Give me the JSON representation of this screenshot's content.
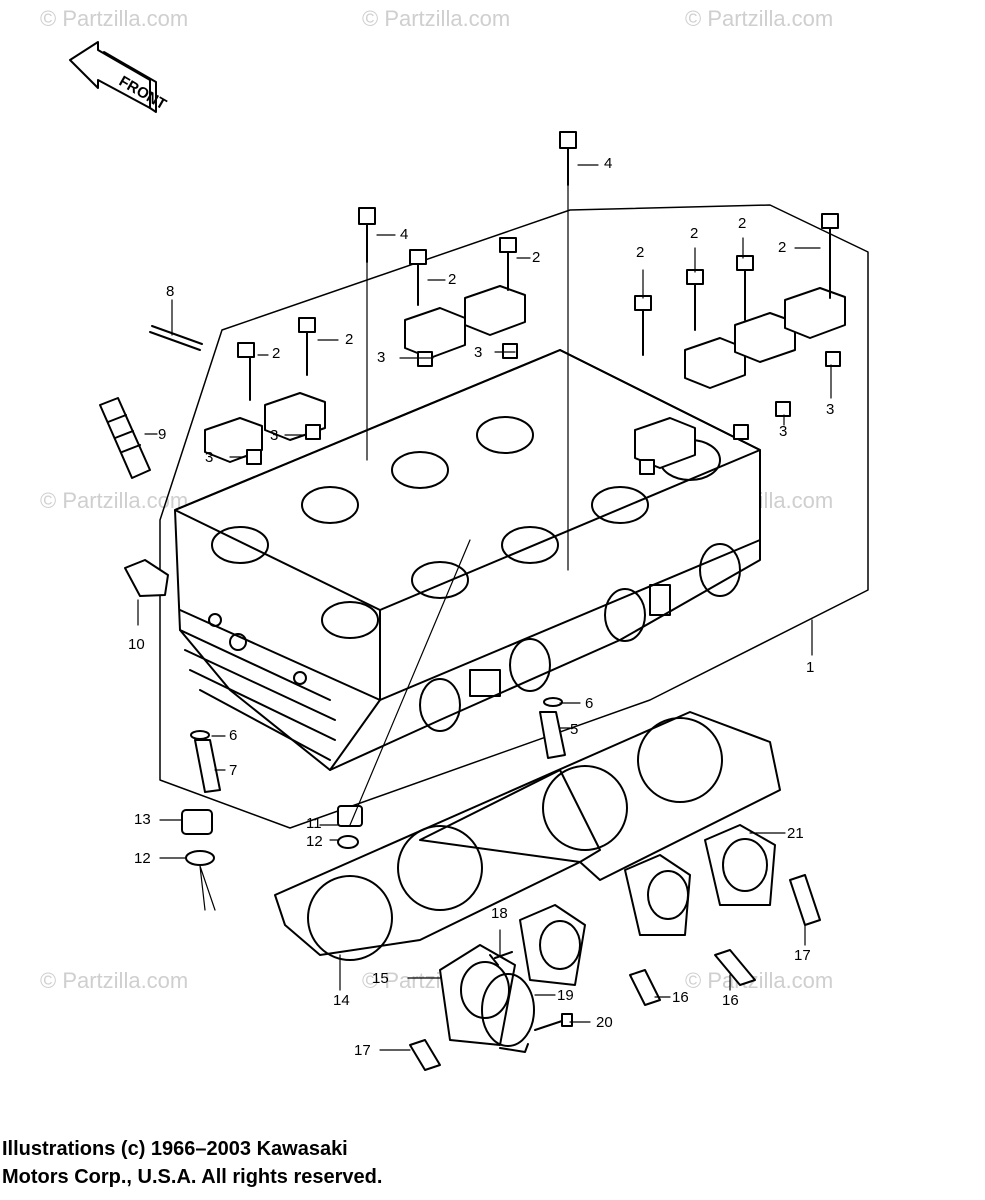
{
  "front_label": "FRONT",
  "watermark": "© Partzilla.com",
  "copyright": {
    "line1": "Illustrations (c) 1966–2003 Kawasaki",
    "line2": "Motors Corp., U.S.A.  All rights reserved."
  },
  "callouts": {
    "c1": "1",
    "c2a": "2",
    "c2b": "2",
    "c2c": "2",
    "c2d": "2",
    "c2e": "2",
    "c2f": "2",
    "c2g": "2",
    "c2h": "2",
    "c3a": "3",
    "c3b": "3",
    "c3c": "3",
    "c3d": "3",
    "c3e": "3",
    "c3f": "3",
    "c4a": "4",
    "c4b": "4",
    "c5": "5",
    "c6a": "6",
    "c6b": "6",
    "c7": "7",
    "c8": "8",
    "c9": "9",
    "c10": "10",
    "c11": "11",
    "c12a": "12",
    "c12b": "12",
    "c13": "13",
    "c14": "14",
    "c15": "15",
    "c16a": "16",
    "c16b": "16",
    "c17a": "17",
    "c17b": "17",
    "c18": "18",
    "c19": "19",
    "c20": "20",
    "c21": "21"
  }
}
